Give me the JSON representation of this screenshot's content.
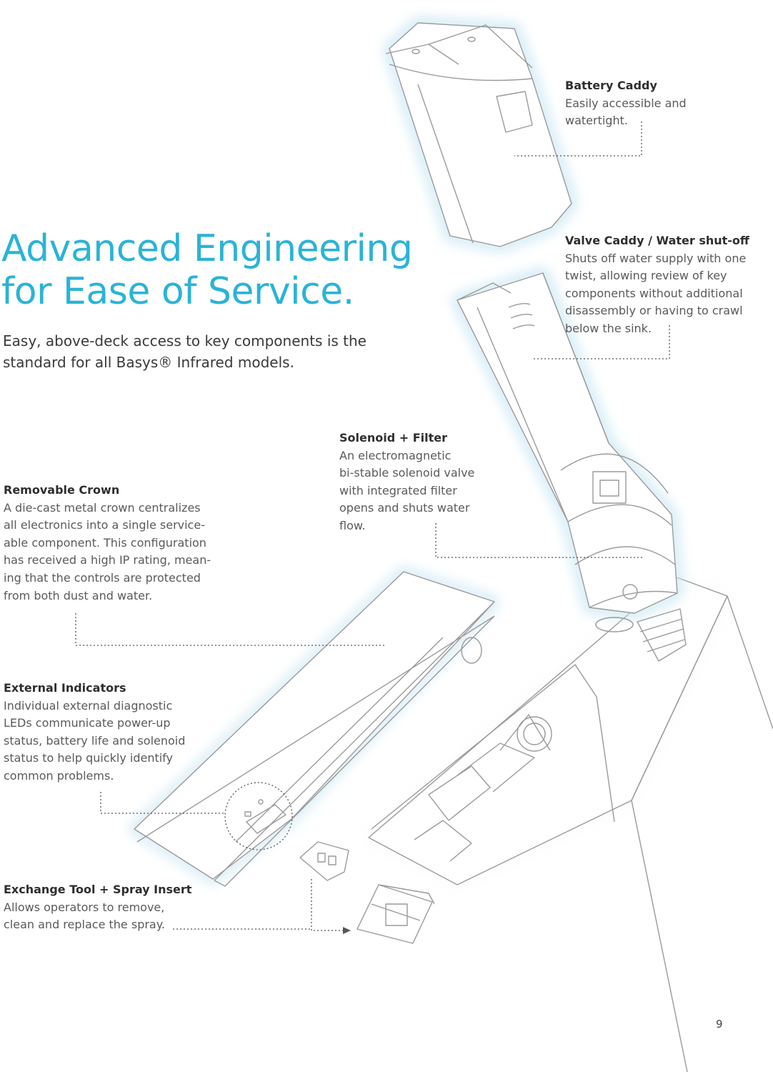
{
  "page": {
    "headline_line1": "Advanced Engineering",
    "headline_line2": "for Ease of Service.",
    "intro_text": "Easy, above-deck access to key components is the standard for all Basys® Infrared models.",
    "page_number": "9"
  },
  "callouts": {
    "battery": {
      "title": "Battery Caddy",
      "body": "Easily accessible and\nwatertight."
    },
    "valve": {
      "title": "Valve Caddy / Water shut-off",
      "body": "Shuts off water supply with one\ntwist, allowing review of key\ncomponents without additional\ndisassembly or having to crawl\nbelow the sink."
    },
    "solenoid": {
      "title": "Solenoid + Filter",
      "body": "An electromagnetic\nbi-stable solenoid valve\nwith integrated filter\nopens and shuts water\nflow."
    },
    "crown": {
      "title": "Removable Crown",
      "body": "A die-cast metal crown centralizes\nall electronics into a single service-\nable component. This configuration\nhas received a high IP rating, mean-\ning that the controls are protected\nfrom both dust and water."
    },
    "indicators": {
      "title": "External Indicators",
      "body": "Individual external diagnostic\nLEDs communicate power-up\nstatus, battery life and solenoid\nstatus to help quickly identify\ncommon problems."
    },
    "exchange": {
      "title": "Exchange Tool + Spray Insert",
      "body": "Allows operators to remove,\nclean and replace the spray."
    }
  },
  "colors": {
    "accent": "#2bb3d6",
    "line_art": "#9a9a9a",
    "glow": "#bfe6f5",
    "text": "#3a3a3a"
  },
  "icons": {
    "arrow": "arrow-right-icon"
  }
}
